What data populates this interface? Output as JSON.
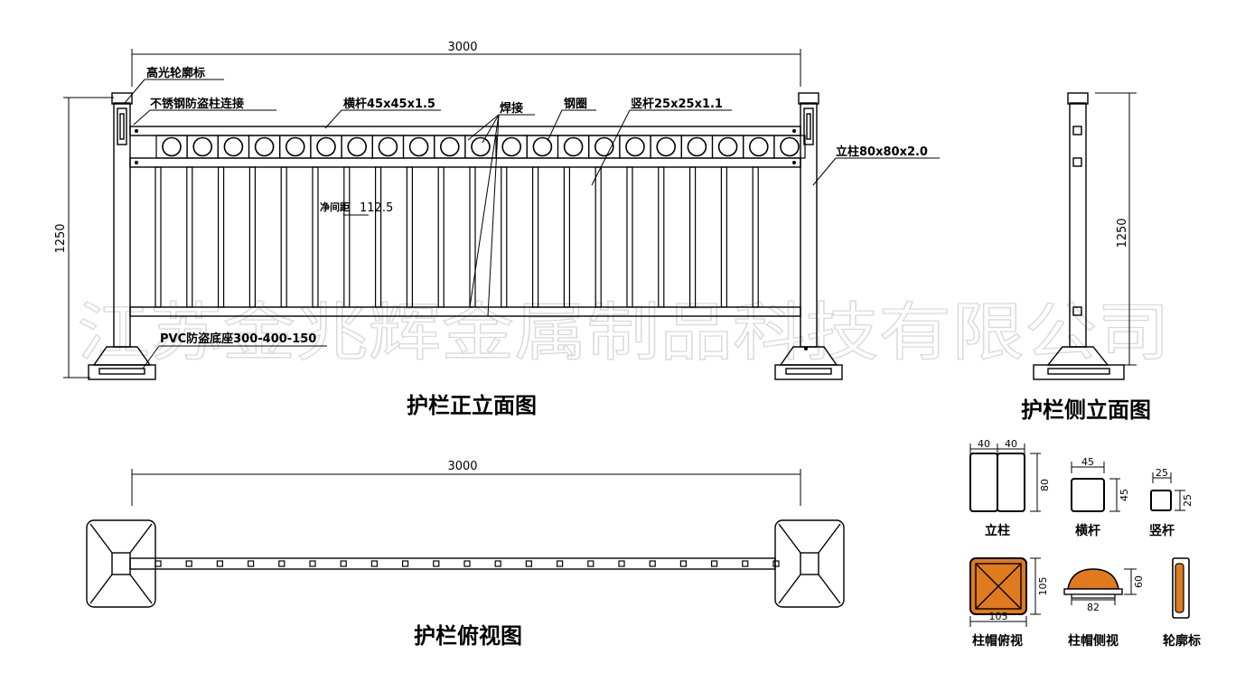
{
  "front_view": {
    "caption": "护栏正立面图",
    "width_dim": "3000",
    "height_dim": "1250",
    "labels": {
      "reflector": "高光轮廓标",
      "connector": "不锈钢防盗柱连接",
      "rail": "横杆45x45x1.5",
      "weld": "焊接",
      "ring": "钢圈",
      "picket": "竖杆25x25x1.1",
      "post": "立柱80x80x2.0",
      "gap": "净间距",
      "gap_value": "112.5",
      "base": "PVC防盗底座300-400-150"
    }
  },
  "side_view": {
    "caption": "护栏侧立面图",
    "height_dim": "1250"
  },
  "top_view": {
    "caption": "护栏俯视图",
    "width_dim": "3000"
  },
  "details": {
    "post": {
      "caption": "立柱",
      "w1": "40",
      "w2": "40",
      "h": "80"
    },
    "rail": {
      "caption": "横杆",
      "w": "45",
      "h": "45"
    },
    "picket": {
      "caption": "竖杆",
      "w": "25",
      "h": "25"
    },
    "cap_top": {
      "caption": "柱帽俯视",
      "w": "105",
      "h": "105"
    },
    "cap_side": {
      "caption": "柱帽侧视",
      "w": "82",
      "h": "60"
    },
    "reflector": {
      "caption": "轮廓标"
    }
  },
  "watermark": "江苏金兆辉金属制品科技有限公司",
  "colors": {
    "cap_fill": "#e07a1e",
    "reflector_fill": "#e07a1e",
    "line": "#000000"
  }
}
